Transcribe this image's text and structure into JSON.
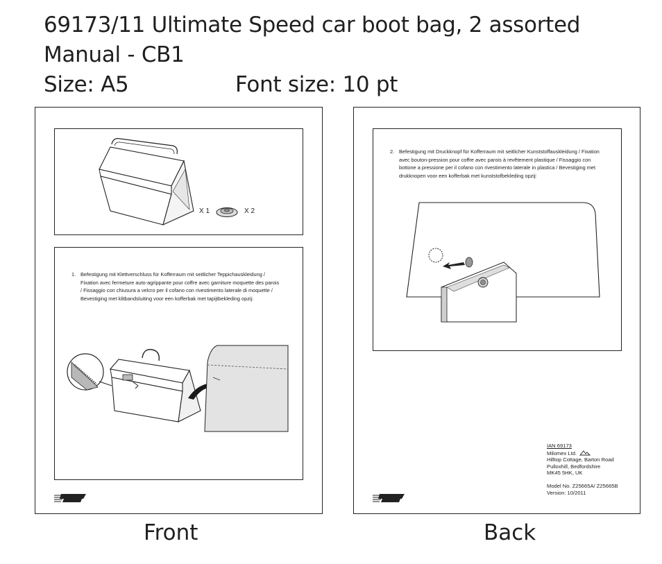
{
  "header": {
    "title_line1": "69173/11 Ultimate Speed car boot bag, 2 assorted",
    "title_line2": "Manual - CB1",
    "size_label": "Size: A5",
    "font_size_label": "Font size: 10 pt"
  },
  "front": {
    "label": "Front",
    "qty_bag": "X 1",
    "qty_button": "X 2",
    "step1_number": "1.",
    "step1_text": "Befestigung mit Klettverschluss für Kofferraum mit seitlicher Teppichauskleidung / Fixation avec fermeture auto-agrippante pour coffre avec garniture moquette des parois / Fissaggio con chiusura a velcro per il cofano con rivestimento laterale di moquette / Bevestiging met klitbandsluiting voor een kofferbak met tapijtbekleding opzij:",
    "logo_text": "ULTIMATE SPEED"
  },
  "back": {
    "label": "Back",
    "step2_number": "2.",
    "step2_text": "Befestigung mit Druckknopf für Kofferraum mit seitlicher Kunststoffauskleidung / Fixation avec bouton-pression pour coffre avec parois à revêtement plastique / Fissaggio con bottone a pressione per il cofano con rivestimento laterale in plastica / Bevestiging met drukknopen voor een kofferbak met kunststofbekleding opzij:",
    "ian": "IAN 69173",
    "company": "Milomex Ltd.",
    "address1": "Hilltop Cottage, Barton Road",
    "address2": "Pulloxhill, Bedfordshire",
    "address3": "MK45 5HK, UK",
    "model": "Model No. Z25665A/ Z25665B",
    "version": "Version: 10/2011",
    "logo_text": "ULTIMATE SPEED"
  }
}
